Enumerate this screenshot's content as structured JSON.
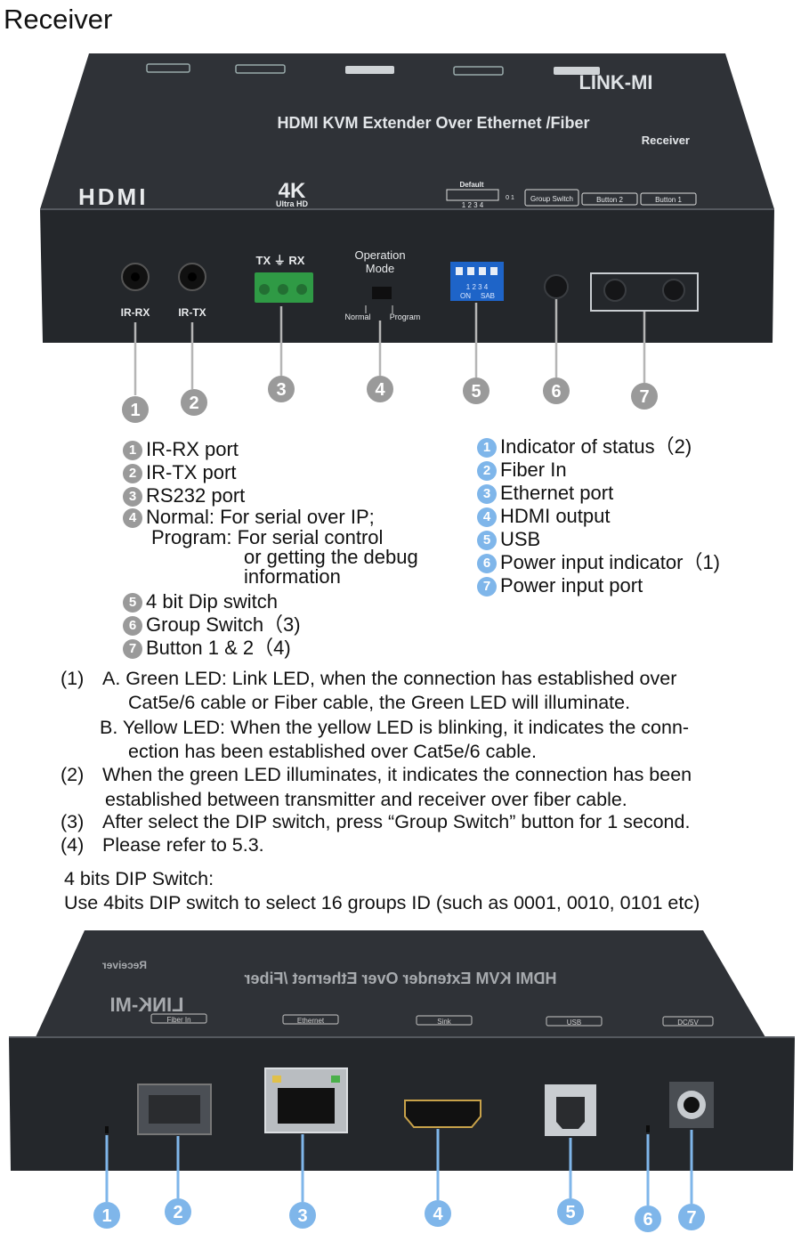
{
  "page_title": "Receiver",
  "front_panel": {
    "brand": "LINK-MI",
    "title": "HDMI KVM Extender Over Ethernet /Fiber",
    "subtitle": "Receiver",
    "hdmi_logo": "HDMI",
    "uhd_logo": "4K",
    "uhd_sub": "Ultra HD",
    "dip_default": "Default",
    "dip_numbers": "1 2 3 4",
    "dip_on_off": "0 1",
    "btn_group": "Group Switch",
    "btn_2": "Button 2",
    "btn_1": "Button 1",
    "ir_rx": "IR-RX",
    "ir_tx": "IR-TX",
    "tx_rx": "TX ⏚ RX",
    "op_mode_1": "Operation",
    "op_mode_2": "Mode",
    "normal": "Normal",
    "program": "Program",
    "dip_block_nums": "1 2 3 4",
    "dip_on": "ON",
    "dip_sab": "SAB",
    "callout_numbers": [
      "1",
      "2",
      "3",
      "4",
      "5",
      "6",
      "7"
    ]
  },
  "front_legend": [
    {
      "n": "1",
      "lines": [
        "IR-RX port"
      ]
    },
    {
      "n": "2",
      "lines": [
        "IR-TX port"
      ]
    },
    {
      "n": "3",
      "lines": [
        "RS232 port"
      ]
    },
    {
      "n": "4",
      "lines": [
        "Normal: For serial over IP;",
        "Program: For serial control",
        "or getting the debug",
        "information"
      ]
    },
    {
      "n": "5",
      "lines": [
        "4 bit Dip switch"
      ]
    },
    {
      "n": "6",
      "lines": [
        "Group Switch（3)"
      ]
    },
    {
      "n": "7",
      "lines": [
        "Button 1 & 2（4)"
      ]
    }
  ],
  "rear_legend": [
    {
      "n": "1",
      "text": "Indicator of status（2)"
    },
    {
      "n": "2",
      "text": "Fiber In"
    },
    {
      "n": "3",
      "text": "Ethernet port"
    },
    {
      "n": "4",
      "text": "HDMI output"
    },
    {
      "n": "5",
      "text": "USB"
    },
    {
      "n": "6",
      "text": "Power input indicator（1)"
    },
    {
      "n": "7",
      "text": "Power input port"
    }
  ],
  "notes": {
    "n1_mark": "(1)",
    "n1a_1": "A. Green LED: Link LED, when the connection has established over",
    "n1a_2": "Cat5e/6 cable or Fiber cable, the Green LED will illuminate.",
    "n1b_1": "B. Yellow LED: When the yellow LED is blinking, it indicates the conn-",
    "n1b_2": "ection has been established over Cat5e/6 cable.",
    "n2_mark": "(2)",
    "n2_1": "When the green LED illuminates, it indicates the connection has been",
    "n2_2": "established between transmitter and receiver over fiber cable.",
    "n3_mark": "(3)",
    "n3_1": "After select the DIP switch, press “Group Switch” button for 1 second.",
    "n4_mark": "(4)",
    "n4_1": "Please refer to 5.3."
  },
  "dip_info": {
    "heading": "4 bits DIP Switch:",
    "text": "Use 4bits DIP switch to select 16 groups ID (such as 0001, 0010, 0101 etc)"
  },
  "rear_panel": {
    "top_labels": [
      "Fiber In",
      "Ethernet",
      "Sink",
      "USB",
      "DC/5V"
    ],
    "mirrored_brand": "LINK-MI",
    "mirrored_title": "HDMI KVM Extender Over Ethernet /Fiber",
    "mirrored_subtitle": "Receiver",
    "callout_numbers": [
      "1",
      "2",
      "3",
      "4",
      "5",
      "6",
      "7"
    ]
  }
}
